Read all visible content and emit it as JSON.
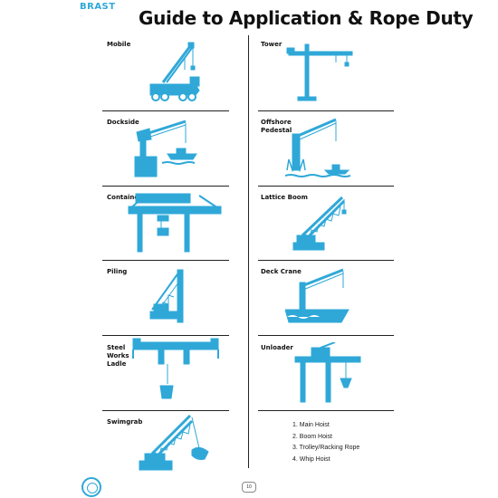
{
  "logo": {
    "text": "BRAST",
    "sub": "..."
  },
  "page": {
    "title": "Guide to Application & Rope Duty",
    "number": "10"
  },
  "cells": [
    {
      "label_lines": [
        "Mobile"
      ],
      "icon": "mobile-crane"
    },
    {
      "label_lines": [
        "Tower"
      ],
      "icon": "tower-crane"
    },
    {
      "label_lines": [
        "Dockside"
      ],
      "icon": "dockside-crane"
    },
    {
      "label_lines": [
        "Offshore",
        "Pedestal"
      ],
      "icon": "offshore-pedestal-crane"
    },
    {
      "label_lines": [
        "Container"
      ],
      "icon": "container-crane"
    },
    {
      "label_lines": [
        "Lattice Boom"
      ],
      "icon": "lattice-boom-crane"
    },
    {
      "label_lines": [
        "Piling"
      ],
      "icon": "piling-rig"
    },
    {
      "label_lines": [
        "Deck Crane"
      ],
      "icon": "deck-crane"
    },
    {
      "label_lines": [
        "Steel",
        "Works",
        "Ladle"
      ],
      "icon": "ladle-crane"
    },
    {
      "label_lines": [
        "Unloader"
      ],
      "icon": "unloader-crane"
    },
    {
      "label_lines": [
        "Swimgrab"
      ],
      "icon": "swimgrab-crane"
    }
  ],
  "legend": [
    "1. Main Hoist",
    "2. Boom Hoist",
    "3. Trolley/Racking Rope",
    "4. Whip Hoist"
  ],
  "colors": {
    "crane": "#2fa8d8",
    "text": "#111111",
    "lines": "#222222"
  }
}
